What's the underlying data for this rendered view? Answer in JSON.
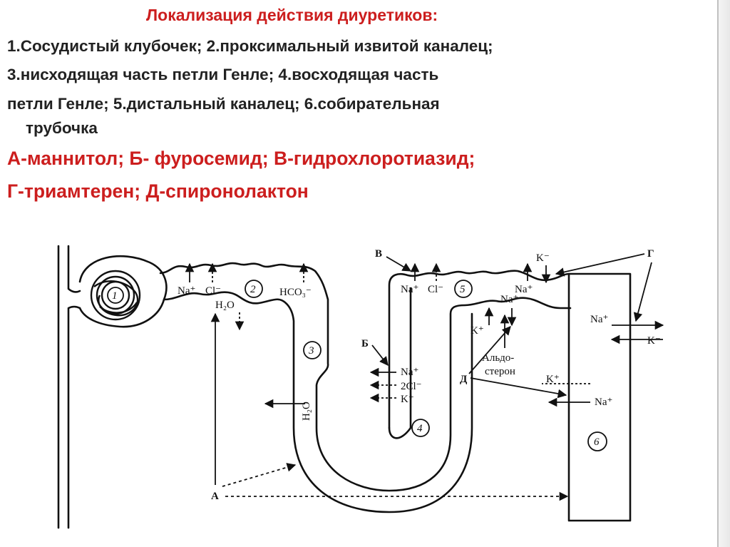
{
  "slide": {
    "title": "Локализация действия диуретиков:",
    "segments_line1": "1.Сосудистый клубочек; 2.проксимальный извитой каналец;",
    "segments_line2": "3.нисходящая часть петли Генле; 4.восходящая часть",
    "segments_line3": "петли Генле; 5.дистальный каналец; 6.собирательная",
    "segments_line4": "трубочка",
    "drugs_line1": "А-маннитол; Б- фуросемид; В-гидрохлоротиазид;",
    "drugs_line2": "Г-триамтерен; Д-спиронолактон"
  },
  "diagram": {
    "segment_numbers": [
      "1",
      "2",
      "3",
      "4",
      "5",
      "6"
    ],
    "drug_markers": {
      "a": "А",
      "b": "Б",
      "v": "В",
      "g": "Г",
      "d": "Д"
    },
    "ions": {
      "na": "Na⁺",
      "cl": "Cl⁻",
      "h2o": "H₂O",
      "hco3": "HCO₃⁻",
      "two_cl": "2Cl⁻",
      "k_plus": "K⁺",
      "k_minus": "K⁻"
    },
    "aldosterone_line1": "Альдо-",
    "aldosterone_line2": "стерон"
  }
}
